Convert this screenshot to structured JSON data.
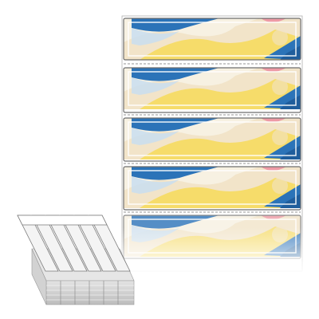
{
  "product": {
    "visible_full_labels": 4,
    "partial_labels": 1,
    "stack_columns": 6,
    "colors": {
      "blue": "#2b73b8",
      "yellow": "#f6dc6a",
      "beige": "#f1e2c6",
      "light_blue": "#c9def0",
      "pink": "#ee9aa5",
      "outline": "#6d6d6d"
    },
    "icons": [
      "label-strip-icon",
      "folded-stack-icon"
    ]
  }
}
